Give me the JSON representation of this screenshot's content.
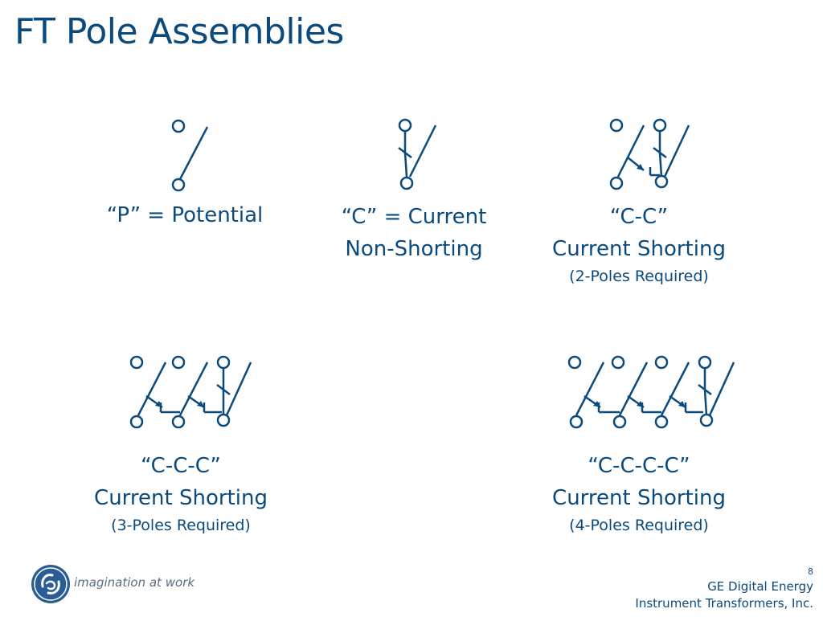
{
  "title": "FT Pole Assemblies",
  "assemblies": [
    {
      "lines": [
        "“P” = Potential"
      ]
    },
    {
      "lines": [
        "“C” = Current",
        "Non-Shorting"
      ]
    },
    {
      "lines": [
        "“C-C”",
        "Current Shorting"
      ],
      "note": "(2-Poles Required)"
    },
    {
      "lines": [
        "“C-C-C”",
        "Current Shorting"
      ],
      "note": "(3-Poles Required)"
    },
    {
      "lines": [
        "“C-C-C-C”",
        "Current Shorting"
      ],
      "note": "(4-Poles Required)"
    }
  ],
  "footer": {
    "logo_icon": "ge-logo-icon",
    "tagline": "imagination at work",
    "page_number": "8",
    "company": "GE Digital Energy",
    "division": "Instrument Transformers, Inc."
  },
  "colors": {
    "primary": "#0b4a7d",
    "tagline": "#5a6d80"
  }
}
